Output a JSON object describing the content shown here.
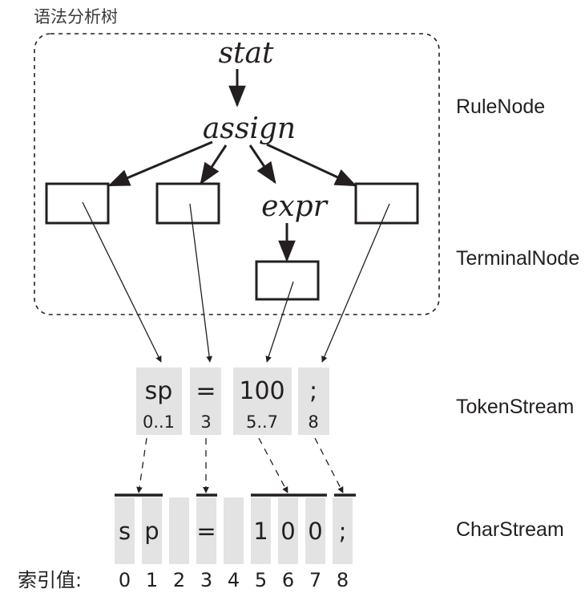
{
  "title": "语法分析树",
  "side_labels": {
    "rule_node": "RuleNode",
    "terminal_node": "TerminalNode",
    "token_stream": "TokenStream",
    "char_stream": "CharStream"
  },
  "rule_nodes": {
    "stat": "stat",
    "assign": "assign",
    "expr": "expr"
  },
  "tokens": [
    {
      "text": "sp",
      "range": "0..1"
    },
    {
      "text": "=",
      "range": "3"
    },
    {
      "text": "100",
      "range": "5..7"
    },
    {
      "text": ";",
      "range": "8"
    }
  ],
  "chars": [
    "s",
    "p",
    "",
    "=",
    "",
    "1",
    "0",
    "0",
    ";"
  ],
  "index_label": "索引值:",
  "indices": [
    "0",
    "1",
    "2",
    "3",
    "4",
    "5",
    "6",
    "7",
    "8"
  ]
}
